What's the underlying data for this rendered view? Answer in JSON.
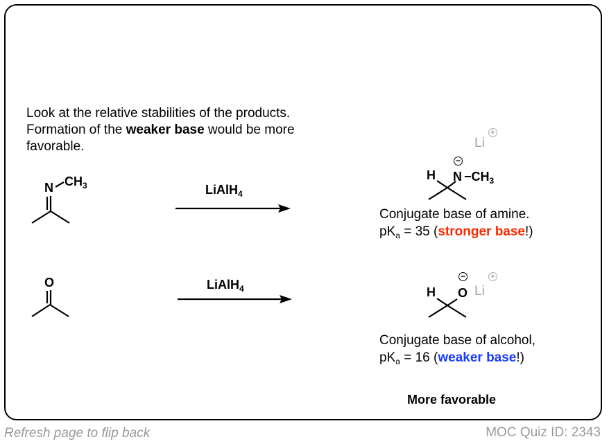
{
  "intro": {
    "line1": "Look at the relative stabilities of the products.",
    "line2_pre": "Formation of the ",
    "line2_bold": "weaker base",
    "line2_post": " would be more",
    "line3": "favorable."
  },
  "reactions": [
    {
      "reagent": "LiAlH",
      "reagent_sub": "4",
      "start_atom": "N",
      "start_sub": "CH",
      "start_sub_n": "3",
      "product": {
        "h": "H",
        "atom": "N",
        "dash": "−CH",
        "dash_n": "3",
        "counterion": "Li"
      },
      "desc": "Conjugate base of amine.",
      "pka_pre": "pK",
      "pka_sub": "a",
      "pka_val": " = 35 (",
      "pka_note": "stronger base",
      "pka_end": "!)",
      "note_color": "#ff2a00"
    },
    {
      "reagent": "LiAlH",
      "reagent_sub": "4",
      "start_atom": "O",
      "product": {
        "h": "H",
        "atom": "O",
        "counterion": "Li"
      },
      "desc": "Conjugate base of alcohol,",
      "pka_pre": "pK",
      "pka_sub": "a",
      "pka_val": " = 16 (",
      "pka_note": "weaker base",
      "pka_end": "!)",
      "note_color": "#1a3cff"
    }
  ],
  "conclusion": "More favorable",
  "footer": {
    "refresh": "Refresh page to flip back",
    "quiz_id": "MOC Quiz ID: 2343"
  }
}
